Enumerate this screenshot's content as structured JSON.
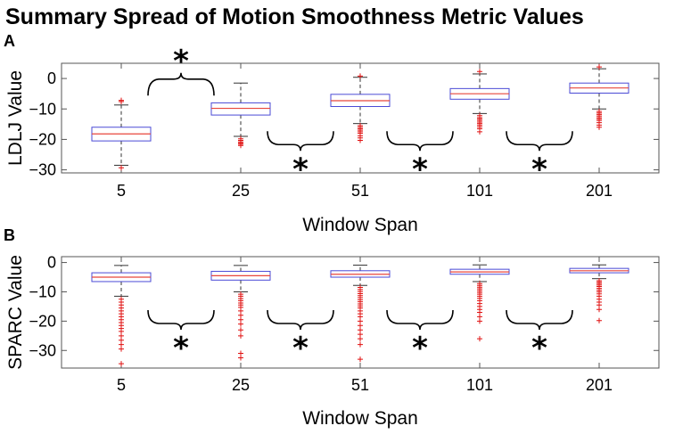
{
  "title": "Summary Spread of Motion Smoothness Metric Values",
  "chart_data": [
    {
      "panel": "A",
      "type": "box",
      "categories": [
        "5",
        "25",
        "51",
        "101",
        "201"
      ],
      "xlabel": "Window Span",
      "ylabel": "LDLJ Value",
      "ylim": [
        -31,
        5
      ],
      "yticks": [
        0,
        -10,
        -20,
        -30
      ],
      "boxes": [
        {
          "whisker_low": -28.5,
          "q1": -20.5,
          "median": -18.2,
          "q3": -16.0,
          "whisker_high": -8.7,
          "outliers": [
            -29.3,
            -7.2,
            -7.6
          ]
        },
        {
          "whisker_low": -19.0,
          "q1": -12.0,
          "median": -9.8,
          "q3": -8.0,
          "whisker_high": -1.5,
          "outliers": [
            -19.8,
            -20.3,
            -20.8,
            -21.2,
            -21.6,
            -22.0
          ]
        },
        {
          "whisker_low": -14.8,
          "q1": -9.2,
          "median": -7.3,
          "q3": -5.2,
          "whisker_high": 0.4,
          "outliers": [
            -15.5,
            -16.0,
            -16.5,
            -17.0,
            -17.5,
            -18.0,
            -18.8,
            -19.5,
            -20.3,
            0.8
          ]
        },
        {
          "whisker_low": -11.5,
          "q1": -6.8,
          "median": -5.0,
          "q3": -3.3,
          "whisker_high": 1.5,
          "outliers": [
            -12.2,
            -12.8,
            -13.3,
            -13.8,
            -14.3,
            -14.8,
            -15.3,
            -15.9,
            -16.5,
            -17.5,
            2.3
          ]
        },
        {
          "whisker_low": -10.0,
          "q1": -4.8,
          "median": -3.1,
          "q3": -1.5,
          "whisker_high": 3.2,
          "outliers": [
            -10.8,
            -11.3,
            -11.8,
            -12.3,
            -12.8,
            -13.3,
            -13.8,
            -14.5,
            -15.3,
            -16.0,
            3.8
          ]
        }
      ],
      "annotations": [
        {
          "label": "*",
          "between": [
            0,
            1
          ],
          "brace": "up"
        },
        {
          "label": "*",
          "between": [
            1,
            2
          ],
          "brace": "down"
        },
        {
          "label": "*",
          "between": [
            2,
            3
          ],
          "brace": "down"
        },
        {
          "label": "*",
          "between": [
            3,
            4
          ],
          "brace": "down"
        }
      ]
    },
    {
      "panel": "B",
      "type": "box",
      "categories": [
        "5",
        "25",
        "51",
        "101",
        "201"
      ],
      "xlabel": "Window Span",
      "ylabel": "SPARC Value",
      "ylim": [
        -36,
        2
      ],
      "yticks": [
        0,
        -10,
        -20,
        -30
      ],
      "boxes": [
        {
          "whisker_low": -11.5,
          "q1": -6.5,
          "median": -5.0,
          "q3": -3.5,
          "whisker_high": -1.0,
          "outliers": [
            -12.5,
            -13.5,
            -14.5,
            -15.5,
            -16.5,
            -17.5,
            -18.5,
            -19.5,
            -20.5,
            -21.5,
            -22.5,
            -23.5,
            -25.0,
            -26.5,
            -28.0,
            -29.5,
            -34.5
          ]
        },
        {
          "whisker_low": -10.0,
          "q1": -6.0,
          "median": -4.5,
          "q3": -3.0,
          "whisker_high": -1.0,
          "outliers": [
            -10.8,
            -11.5,
            -12.3,
            -13.0,
            -13.8,
            -14.5,
            -15.3,
            -16.5,
            -18.0,
            -19.5,
            -21.0,
            -23.0,
            -25.0,
            -31.0,
            -32.5
          ]
        },
        {
          "whisker_low": -7.8,
          "q1": -5.0,
          "median": -4.0,
          "q3": -2.8,
          "whisker_high": -0.9,
          "outliers": [
            -8.5,
            -9.2,
            -9.9,
            -10.6,
            -11.3,
            -12.0,
            -12.7,
            -13.4,
            -14.1,
            -14.8,
            -15.5,
            -16.5,
            -17.5,
            -18.5,
            -20.0,
            -21.5,
            -23.0,
            -24.5,
            -26.0,
            -28.0,
            -33.0
          ]
        },
        {
          "whisker_low": -6.5,
          "q1": -4.0,
          "median": -3.2,
          "q3": -2.3,
          "whisker_high": -0.8,
          "outliers": [
            -7.2,
            -7.8,
            -8.4,
            -9.0,
            -9.6,
            -10.2,
            -10.8,
            -11.5,
            -12.2,
            -13.0,
            -14.0,
            -15.0,
            -16.0,
            -17.0,
            -18.5,
            -20.0,
            -26.0
          ]
        },
        {
          "whisker_low": -5.5,
          "q1": -3.5,
          "median": -2.8,
          "q3": -2.0,
          "whisker_high": -0.8,
          "outliers": [
            -6.2,
            -6.7,
            -7.2,
            -7.7,
            -8.2,
            -8.8,
            -9.4,
            -10.0,
            -10.7,
            -11.5,
            -12.5,
            -13.5,
            -14.5,
            -16.0,
            -19.8
          ]
        }
      ],
      "annotations": [
        {
          "label": "*",
          "between": [
            0,
            1
          ],
          "brace": "down"
        },
        {
          "label": "*",
          "between": [
            1,
            2
          ],
          "brace": "down"
        },
        {
          "label": "*",
          "between": [
            2,
            3
          ],
          "brace": "down"
        },
        {
          "label": "*",
          "between": [
            3,
            4
          ],
          "brace": "down"
        }
      ]
    }
  ],
  "colors": {
    "box": "#4a4ad6",
    "median": "#e8463b",
    "whisker": "#333333",
    "outlier": "#e01010",
    "axis": "#555555",
    "text": "#000000"
  }
}
